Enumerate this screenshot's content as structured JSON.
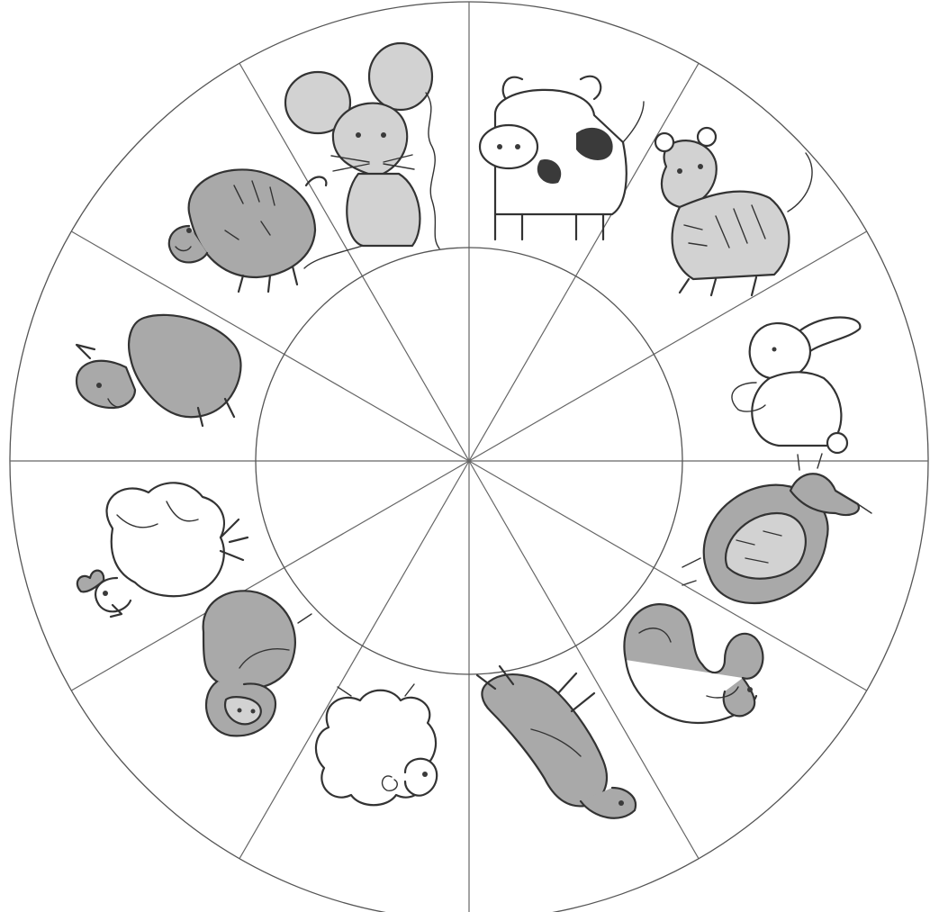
{
  "wheel": {
    "segment_count": 12,
    "spoke_offset_deg": 0,
    "line_color": "#666666",
    "background": "#ffffff"
  },
  "animals": [
    {
      "id": "rat",
      "icon": "rat-icon",
      "angle_deg": -75,
      "shading": "light"
    },
    {
      "id": "ox",
      "icon": "ox-icon",
      "angle_deg": -45,
      "shading": "white"
    },
    {
      "id": "tiger",
      "icon": "tiger-icon",
      "angle_deg": -15,
      "shading": "light"
    },
    {
      "id": "rabbit",
      "icon": "rabbit-icon",
      "angle_deg": 15,
      "shading": "white"
    },
    {
      "id": "dragon",
      "icon": "dragon-icon",
      "angle_deg": 45,
      "shading": "gray"
    },
    {
      "id": "snake",
      "icon": "snake-icon",
      "angle_deg": 75,
      "shading": "gray"
    },
    {
      "id": "horse",
      "icon": "horse-icon",
      "angle_deg": 105,
      "shading": "gray"
    },
    {
      "id": "goat",
      "icon": "goat-icon",
      "angle_deg": 135,
      "shading": "white"
    },
    {
      "id": "monkey",
      "icon": "monkey-icon",
      "angle_deg": 165,
      "shading": "gray"
    },
    {
      "id": "rooster",
      "icon": "rooster-icon",
      "angle_deg": 195,
      "shading": "white"
    },
    {
      "id": "dog",
      "icon": "dog-icon",
      "angle_deg": 225,
      "shading": "gray"
    },
    {
      "id": "pig",
      "icon": "pig-icon",
      "angle_deg": 255,
      "shading": "gray"
    }
  ]
}
